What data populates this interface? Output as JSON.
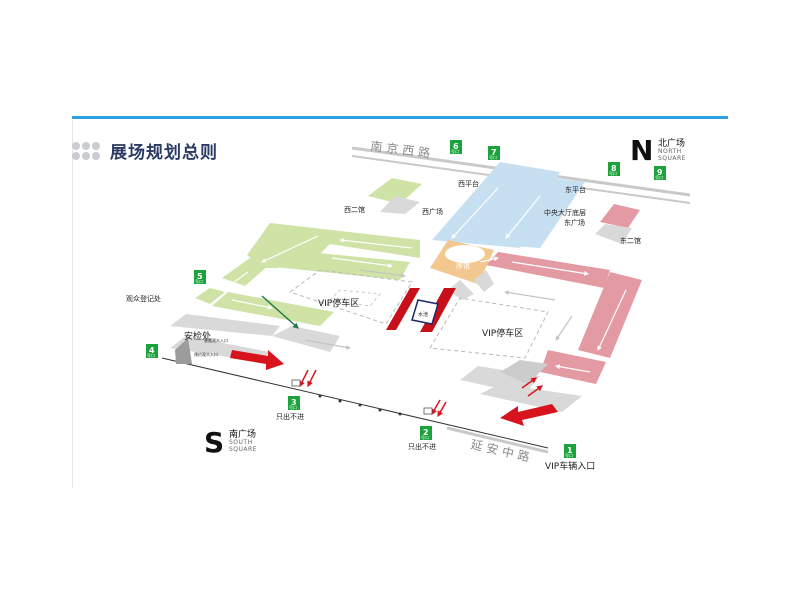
{
  "title": "展场规划总则",
  "roads": {
    "north": "南京西路",
    "south": "延安中路"
  },
  "compass": {
    "north": {
      "letter": "N",
      "cn": "北广场",
      "en1": "NORTH",
      "en2": "SQUARE"
    },
    "south": {
      "letter": "S",
      "cn": "南广场",
      "en1": "SOUTH",
      "en2": "SQUARE"
    }
  },
  "gates": [
    {
      "num": "1",
      "sub": "号口",
      "caption": "VIP车辆入口"
    },
    {
      "num": "2",
      "sub": "号口",
      "caption": "只出不进"
    },
    {
      "num": "3",
      "sub": "号口",
      "caption": "只出不进"
    },
    {
      "num": "4",
      "sub": "号口",
      "caption": ""
    },
    {
      "num": "5",
      "sub": "号口",
      "caption": ""
    },
    {
      "num": "6",
      "sub": "号口",
      "caption": ""
    },
    {
      "num": "7",
      "sub": "号口",
      "caption": ""
    },
    {
      "num": "8",
      "sub": "号口",
      "caption": ""
    },
    {
      "num": "9",
      "sub": "号口",
      "caption": ""
    }
  ],
  "areas": {
    "west_platform": "西平台",
    "east_platform": "东平台",
    "west_hall2": "西二馆",
    "west_square": "西广场",
    "center_hall": "中央大厅底层",
    "east_square": "东广场",
    "east_hall2": "东二馆",
    "preface": "序馆",
    "water": "水池",
    "vip_left": "VIP停车区",
    "vip_right": "VIP停车区",
    "registration": "观众登记处",
    "security": "安检处",
    "entry_normal": "普通观众入口",
    "entry_reserved": "预约观众入口"
  },
  "colors": {
    "green": "#cfe3a6",
    "blue": "#c6e0f2",
    "pink": "#e39aa3",
    "orange": "#f2c890",
    "gray": "#d9d9d9",
    "red": "#d7141e",
    "gate": "#1aa33a"
  }
}
